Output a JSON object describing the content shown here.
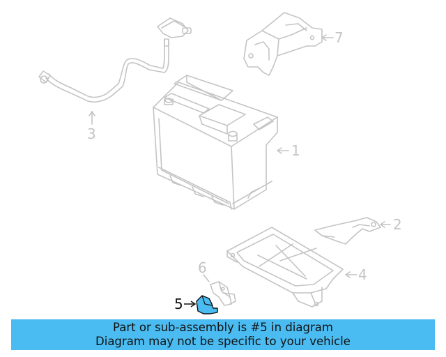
{
  "diagram": {
    "callouts": {
      "c1": "1",
      "c2": "2",
      "c3": "3",
      "c4": "4",
      "c5": "5",
      "c6": "6",
      "c7": "7"
    },
    "highlight_color": "#4bbcf2",
    "line_color": "#c4c4c4"
  },
  "banner": {
    "line1": "Part or sub-assembly is #5 in diagram",
    "line2": "Diagram may not be specific to your vehicle",
    "background": "#4bbcf2"
  }
}
